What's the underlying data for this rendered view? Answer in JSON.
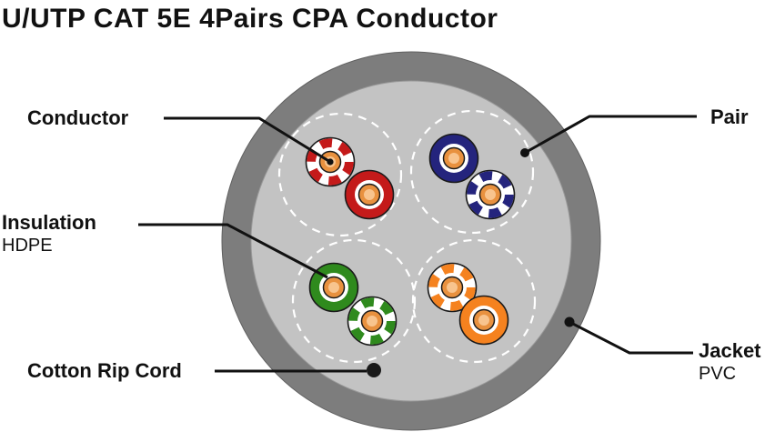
{
  "title": "U/UTP CAT 5E 4Pairs CPA Conductor",
  "labels": {
    "conductor": "Conductor",
    "insulation": "Insulation",
    "insulation_material": "HDPE",
    "rip_cord": "Cotton Rip Cord",
    "pair": "Pair",
    "jacket": "Jacket",
    "jacket_material": "PVC"
  },
  "colors": {
    "jacket_pvc": "#7d7d7d",
    "filler": "#c3c3c3",
    "pair_red": "#c41a1a",
    "pair_blue": "#24247d",
    "pair_green": "#2f8a1d",
    "pair_orange": "#f5821f",
    "copper": "#e8913f",
    "copper_light": "#f8c48e",
    "pair_ring": "#ffffff",
    "line": "#111111"
  },
  "pairs": [
    {
      "position": "top-left",
      "color": "red",
      "wires": [
        "white/red striped",
        "solid red"
      ]
    },
    {
      "position": "top-right",
      "color": "blue",
      "wires": [
        "solid blue",
        "white/blue striped"
      ]
    },
    {
      "position": "bottom-left",
      "color": "green",
      "wires": [
        "solid green",
        "white/green striped"
      ]
    },
    {
      "position": "bottom-right",
      "color": "orange",
      "wires": [
        "white/orange striped",
        "solid orange"
      ]
    }
  ]
}
